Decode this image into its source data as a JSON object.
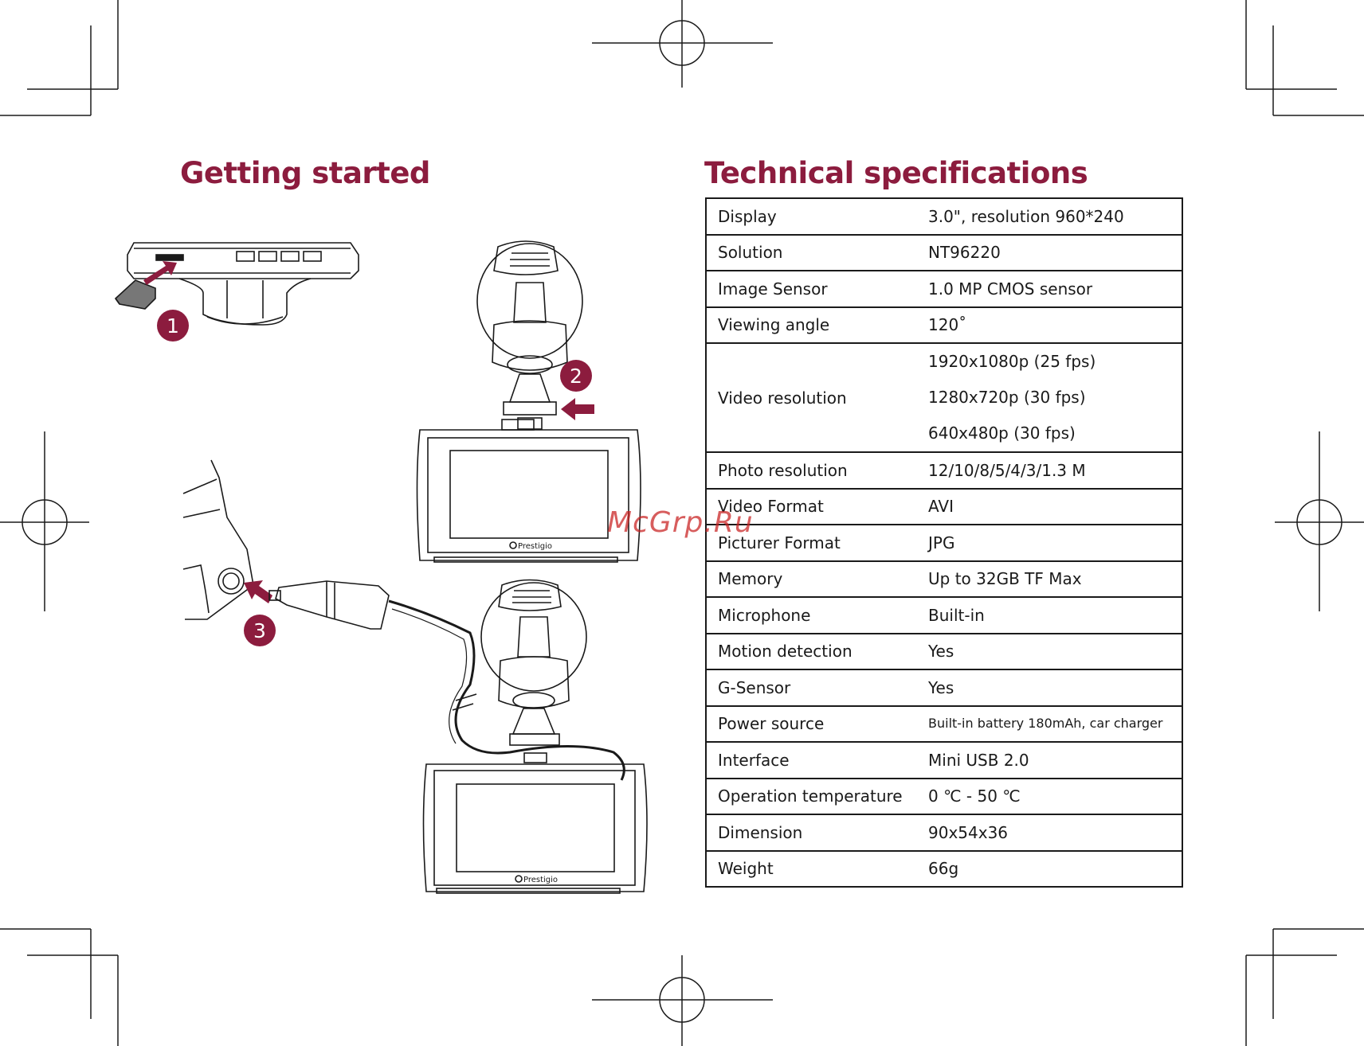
{
  "colors": {
    "accent": "#8c1c3e",
    "line": "#1a1a1a",
    "watermark": "#c81e1e"
  },
  "sections": {
    "getting_started": {
      "title": "Getting started",
      "steps": [
        "1",
        "2",
        "3"
      ]
    },
    "technical_specifications": {
      "title": "Technical specifications",
      "rows": [
        {
          "label": "Display",
          "value": "3.0\", resolution 960*240"
        },
        {
          "label": "Solution",
          "value": "NT96220"
        },
        {
          "label": "Image Sensor",
          "value": "1.0 MP CMOS sensor"
        },
        {
          "label": "Viewing angle",
          "value": "120˚"
        },
        {
          "label": "Video resolution",
          "values": [
            "1920x1080p (25 fps)",
            "1280x720p (30 fps)",
            "640x480p (30 fps)"
          ]
        },
        {
          "label": "Photo resolution",
          "value": "12/10/8/5/4/3/1.3 M"
        },
        {
          "label": "Video Format",
          "value": "AVI"
        },
        {
          "label": "Picturer Format",
          "value": "JPG"
        },
        {
          "label": "Memory",
          "value": "Up to 32GB TF Max"
        },
        {
          "label": "Microphone",
          "value": "Built-in"
        },
        {
          "label": "Motion detection",
          "value": "Yes"
        },
        {
          "label": "G-Sensor",
          "value": "Yes"
        },
        {
          "label": "Power source",
          "value": "Built-in battery 180mAh, car charger"
        },
        {
          "label": "Interface",
          "value": "Mini USB 2.0"
        },
        {
          "label": "Operation temperature",
          "value": "0 ℃ - 50 ℃"
        },
        {
          "label": "Dimension",
          "value": "90x54x36"
        },
        {
          "label": "Weight",
          "value": "66g"
        }
      ]
    }
  },
  "device": {
    "brand_label": "Prestigio"
  },
  "watermark": "McGrp.Ru",
  "icons": [
    "crop-mark-icon",
    "registration-mark-icon",
    "arrow-icon",
    "microsd-card-icon",
    "dashcam-icon",
    "suction-mount-icon",
    "car-charger-icon"
  ]
}
